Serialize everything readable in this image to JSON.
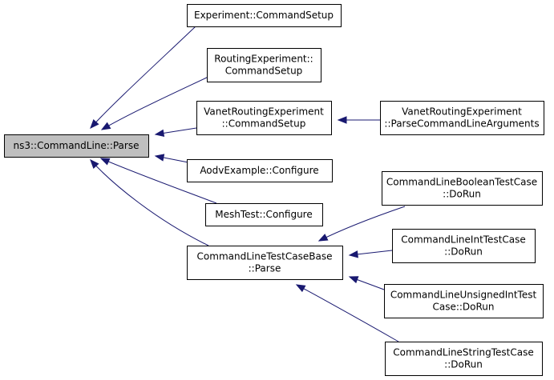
{
  "diagram": {
    "nodes": [
      {
        "id": "root",
        "lines": [
          "ns3::CommandLine::Parse"
        ],
        "highlight": true
      },
      {
        "id": "exp",
        "lines": [
          "Experiment::CommandSetup"
        ]
      },
      {
        "id": "rexp",
        "lines": [
          "RoutingExperiment::",
          "CommandSetup"
        ]
      },
      {
        "id": "vexp",
        "lines": [
          "VanetRoutingExperiment",
          "::CommandSetup"
        ]
      },
      {
        "id": "vparse",
        "lines": [
          "VanetRoutingExperiment",
          "::ParseCommandLineArguments"
        ]
      },
      {
        "id": "aodv",
        "lines": [
          "AodvExample::Configure"
        ]
      },
      {
        "id": "mesh",
        "lines": [
          "MeshTest::Configure"
        ]
      },
      {
        "id": "tcb",
        "lines": [
          "CommandLineTestCaseBase",
          "::Parse"
        ]
      },
      {
        "id": "bool",
        "lines": [
          "CommandLineBooleanTestCase",
          "::DoRun"
        ]
      },
      {
        "id": "int",
        "lines": [
          "CommandLineIntTestCase",
          "::DoRun"
        ]
      },
      {
        "id": "uint",
        "lines": [
          "CommandLineUnsignedIntTest",
          "Case::DoRun"
        ]
      },
      {
        "id": "str",
        "lines": [
          "CommandLineStringTestCase",
          "::DoRun"
        ]
      }
    ],
    "edges": [
      {
        "from": "exp",
        "to": "root"
      },
      {
        "from": "rexp",
        "to": "root"
      },
      {
        "from": "vexp",
        "to": "root"
      },
      {
        "from": "aodv",
        "to": "root"
      },
      {
        "from": "mesh",
        "to": "root"
      },
      {
        "from": "tcb",
        "to": "root"
      },
      {
        "from": "vparse",
        "to": "vexp"
      },
      {
        "from": "bool",
        "to": "tcb"
      },
      {
        "from": "int",
        "to": "tcb"
      },
      {
        "from": "uint",
        "to": "tcb"
      },
      {
        "from": "str",
        "to": "tcb"
      }
    ],
    "colors": {
      "edge": "#191970",
      "highlight_fill": "#bfbfbf",
      "node_fill": "#ffffff"
    }
  }
}
